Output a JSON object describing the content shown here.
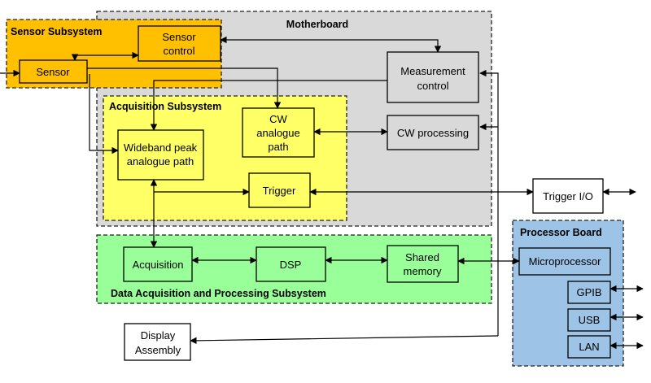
{
  "colors": {
    "motherboard": "#d9d9d9",
    "sensor_subsystem": "#ffc000",
    "acquisition_subsystem": "#ffff66",
    "data_acquisition_subsystem": "#99ff99",
    "processor_board": "#9dc3e6",
    "block_fill": "#d9d9d9",
    "white_block": "#ffffff"
  },
  "regions": {
    "motherboard": "Motherboard",
    "sensor_subsystem": "Sensor Subsystem",
    "acquisition_subsystem": "Acquisition Subsystem",
    "data_acquisition_subsystem": "Data Acquisition and Processing Subsystem",
    "processor_board": "Processor Board"
  },
  "blocks": {
    "sensor": "Sensor",
    "sensor_control": [
      "Sensor",
      "control"
    ],
    "measurement_control": [
      "Measurement",
      "control"
    ],
    "cw_analogue_path": [
      "CW",
      "analogue",
      "path"
    ],
    "cw_processing": "CW processing",
    "wideband_peak": [
      "Wideband peak",
      "analogue path"
    ],
    "trigger": "Trigger",
    "trigger_io": "Trigger I/O",
    "acquisition": "Acquisition",
    "dsp": "DSP",
    "shared_memory": [
      "Shared",
      "memory"
    ],
    "microprocessor": "Microprocessor",
    "gpib": "GPIB",
    "usb": "USB",
    "lan": "LAN",
    "display_assembly": [
      "Display",
      "Assembly"
    ]
  }
}
